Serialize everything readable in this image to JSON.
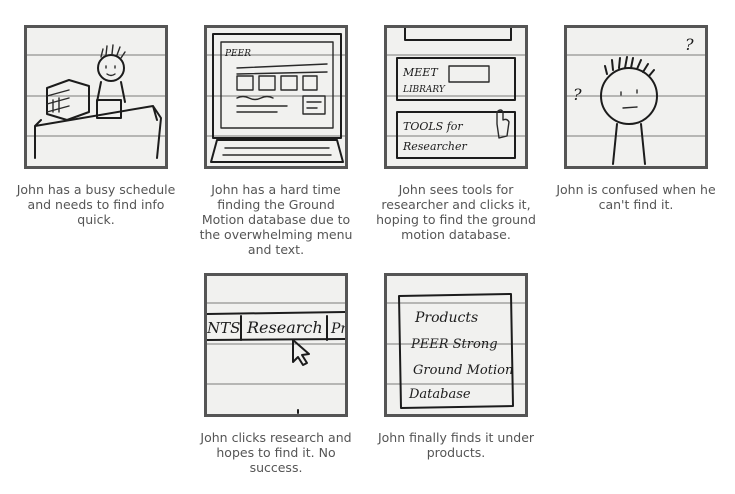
{
  "storyboard": {
    "frames": [
      {
        "id": 1,
        "caption": "John has a busy schedule and needs to find info quick.",
        "sketch_text": []
      },
      {
        "id": 2,
        "caption": "John has a hard time finding the Ground Motion database due to the overwhelming menu and text.",
        "sketch_text": [
          "PEER"
        ]
      },
      {
        "id": 3,
        "caption": "John sees tools for researcher and clicks it, hoping to find the ground motion database.",
        "sketch_text": [
          "MEET",
          "LIBRARY",
          "TOOLS for",
          "Researcher"
        ]
      },
      {
        "id": 4,
        "caption": "John is confused when he can't find it.",
        "sketch_text": [
          "?",
          "?"
        ]
      },
      {
        "id": 5,
        "caption": "John clicks research and hopes to find it. No success.",
        "sketch_text": [
          "NTS",
          "Research",
          "Pr"
        ]
      },
      {
        "id": 6,
        "caption": "John finally finds it under products.",
        "sketch_text": [
          "Products",
          "PEER Strong",
          "Ground Motion",
          "Database"
        ]
      }
    ]
  }
}
